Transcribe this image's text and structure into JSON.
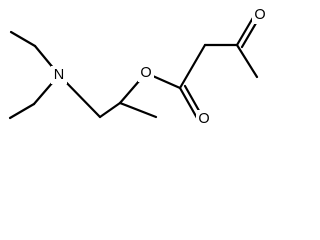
{
  "molecule": {
    "atoms": {
      "nitrogen": "N",
      "ester_oxygen": "O",
      "carbonyl_oxygen_ester": "O",
      "carbonyl_oxygen_ketone": "O"
    }
  }
}
